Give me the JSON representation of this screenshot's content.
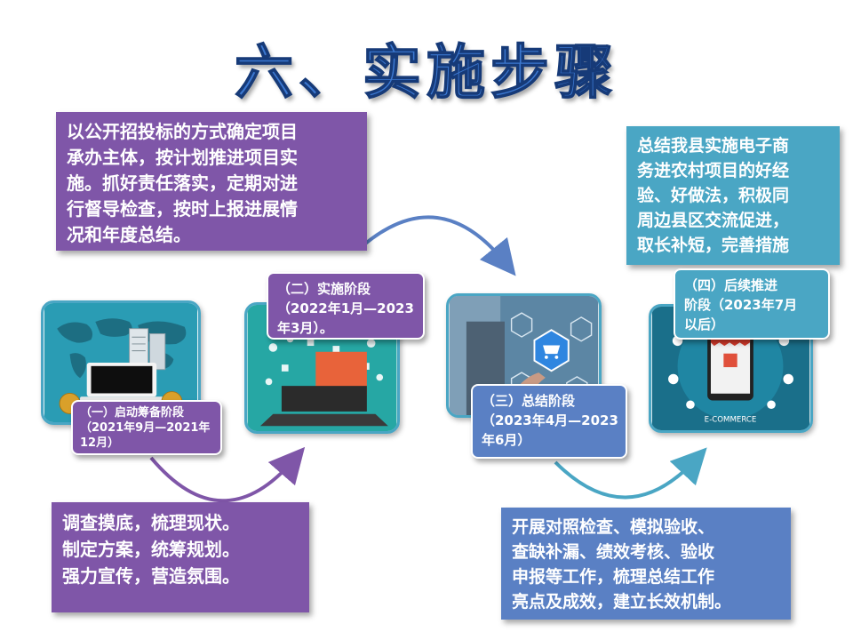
{
  "title": "六、实施步骤",
  "stage1": {
    "label": "（一）启动筹备阶段（2021年9月—2021年12月）",
    "lines": [
      "（一）启动筹备阶段",
      "（2021年9月—2021年",
      "12月）"
    ],
    "desc_lines": [
      "调查摸底，梳理现状。",
      "制定方案，统筹规划。",
      "强力宣传，营造氛围。"
    ]
  },
  "stage2": {
    "lines": [
      "（二）实施阶段",
      "（2022年1月—2023",
      "年3月）。"
    ],
    "desc_lines": [
      "以公开招投标的方式确定项目",
      "承办主体，按计划推进项目实",
      "施。抓好责任落实，定期对进",
      "行督导检查，按时上报进展情",
      "况和年度总结。"
    ]
  },
  "stage3": {
    "lines": [
      "（三）总结阶段",
      "（2023年4月—2023",
      "年6月）"
    ],
    "desc_lines": [
      "开展对照检查、模拟验收、",
      "查缺补漏、绩效考核、验收",
      "申报等工作，梳理总结工作",
      "亮点及成效，建立长效机制。"
    ]
  },
  "stage4": {
    "lines": [
      "（四）后续推进",
      "阶段（2023年7月",
      "以后）"
    ],
    "desc_lines": [
      "总结我县实施电子商",
      "务进农村项目的好经",
      "验、好做法，积极同",
      "周边县区交流促进，",
      "取长补短，完善措施"
    ]
  },
  "images": {
    "card3_label": "",
    "card4_label": "E-COMMERCE"
  },
  "colors": {
    "purple": "#7f56a8",
    "blue": "#5a80c4",
    "teal": "#4aa6c4",
    "title": "#3c78d0"
  }
}
